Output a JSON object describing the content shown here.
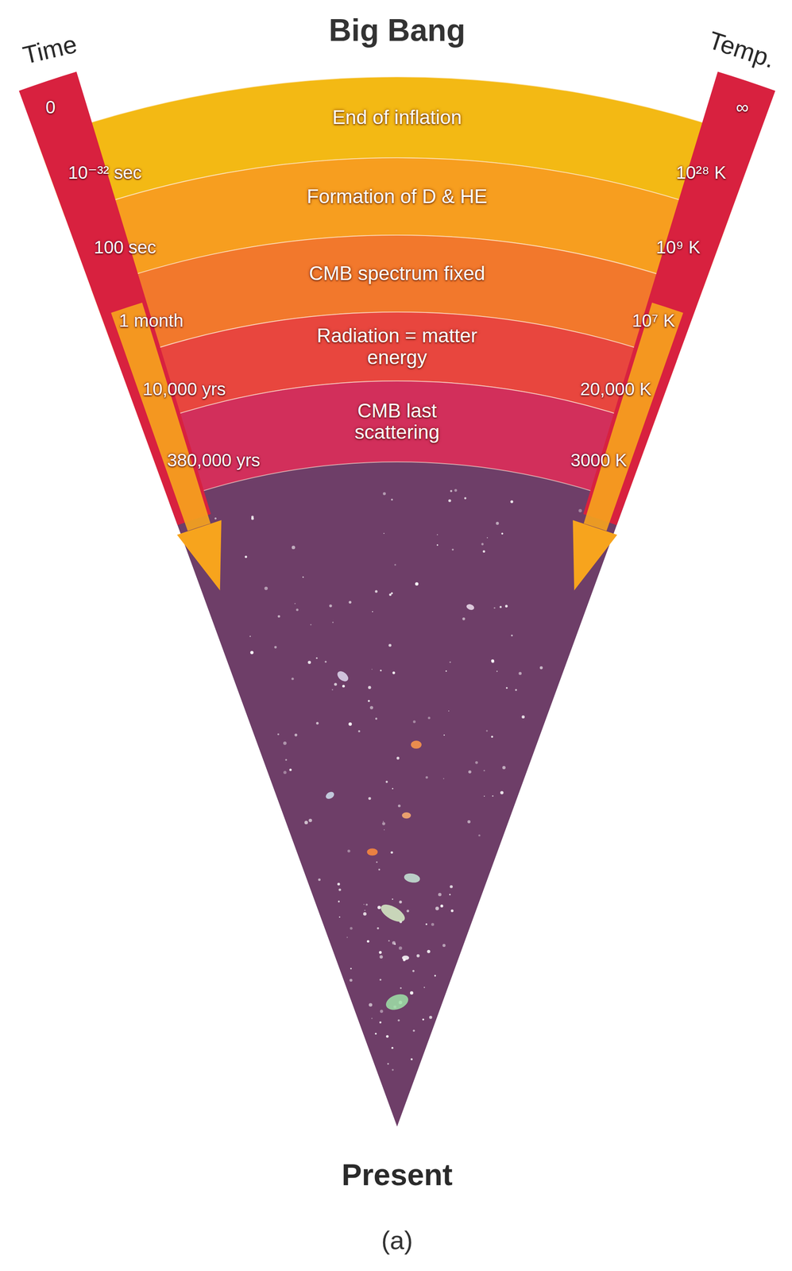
{
  "diagram": {
    "title": "Big Bang",
    "caption": "(a)",
    "nodes": [
      {
        "text": [
          "End of inflation"
        ]
      },
      {
        "text": [
          "Formation of D & HE"
        ]
      },
      {
        "text": [
          "CMB spectrum fixed"
        ]
      },
      {
        "text": [
          "Radiation = matter energy"
        ]
      },
      {
        "text": [
          "CMB last scattering"
        ]
      }
    ],
    "labels": [
      "Time",
      "0",
      "10⁻³² sec",
      "100 sec",
      "1 month",
      "10,000 yrs",
      "380,000 yrs",
      "Temp.",
      "∞",
      "10²⁸ K",
      "10⁹ K",
      "10⁷ K",
      "20,000 K",
      "3000 K",
      "Present"
    ]
  }
}
